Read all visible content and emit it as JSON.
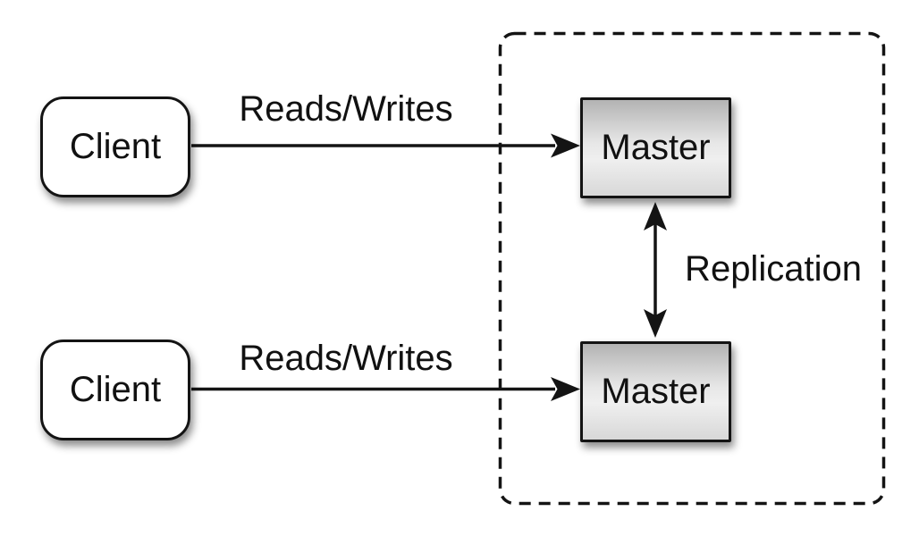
{
  "nodes": {
    "clients": [
      {
        "label": "Client"
      },
      {
        "label": "Client"
      }
    ],
    "masters": [
      {
        "label": "Master"
      },
      {
        "label": "Master"
      }
    ]
  },
  "edges": {
    "reads_writes_top": {
      "label": "Reads/Writes",
      "from": "client-1",
      "to": "master-1",
      "direction": "one-way"
    },
    "reads_writes_bottom": {
      "label": "Reads/Writes",
      "from": "client-2",
      "to": "master-2",
      "direction": "one-way"
    },
    "replication": {
      "label": "Replication",
      "from": "master-1",
      "to": "master-2",
      "direction": "two-way"
    }
  },
  "boundary": {
    "style": "dashed",
    "encloses": "masters"
  },
  "colors": {
    "background": "#ffffff",
    "stroke": "#141414",
    "text": "#111111",
    "client_fill": "#ffffff",
    "master_gradient_top": "#b3b3b3",
    "master_gradient_mid": "#efefef",
    "master_gradient_bottom": "#d8d8d8"
  }
}
